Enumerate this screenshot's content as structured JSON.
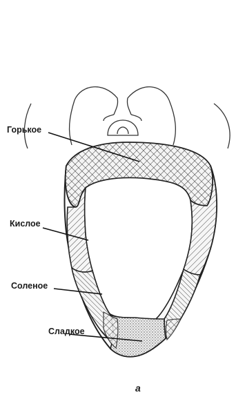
{
  "labels": {
    "bitter": "Горькое",
    "sour": "Кислое",
    "salty": "Соленое",
    "sweet": "Сладкое"
  },
  "caption": "а"
}
